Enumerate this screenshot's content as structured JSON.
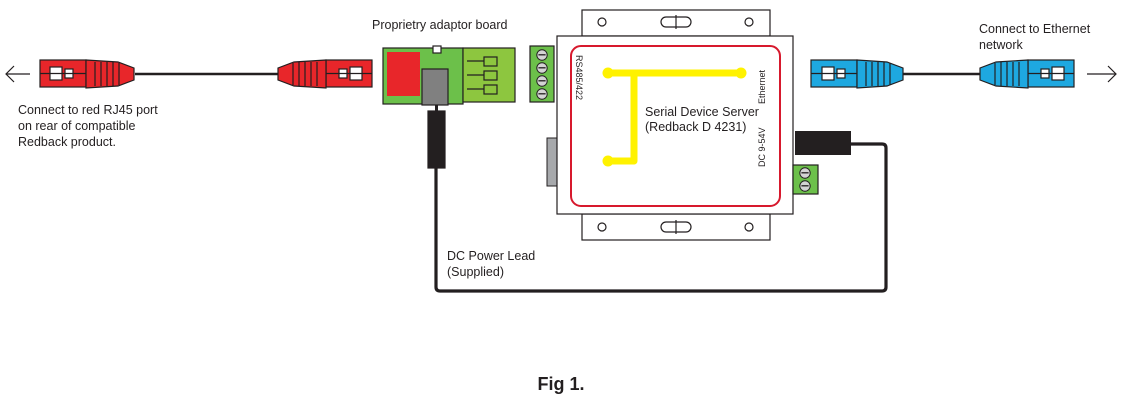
{
  "labels": {
    "adaptor_board": "Proprietry adaptor board",
    "red_port_line1": "Connect to red RJ45 port",
    "red_port_line2": "on rear of compatible",
    "red_port_line3": "Redback product.",
    "ethernet_line1": "Connect to Ethernet",
    "ethernet_line2": "network",
    "device_line1": "Serial Device Server",
    "device_line2": "(Redback D 4231)",
    "port_rs485": "RS485/422",
    "port_ethernet": "Ethernet",
    "port_dc": "DC 9-54V",
    "power_line1": "DC Power Lead",
    "power_line2": "(Supplied)"
  },
  "caption": "Fig 1.",
  "colors": {
    "red_plug": "#e8262a",
    "blue_plug": "#1ea8e0",
    "board_red": "#e8262a",
    "board_green": "#6cc04a",
    "terminal_green": "#8dc63f",
    "trace_yellow": "#fff200",
    "outline_red": "#d7192d",
    "cable": "#231f20"
  },
  "icons": [
    "arrow-left-icon",
    "arrow-right-icon",
    "screw-terminal-icon"
  ]
}
